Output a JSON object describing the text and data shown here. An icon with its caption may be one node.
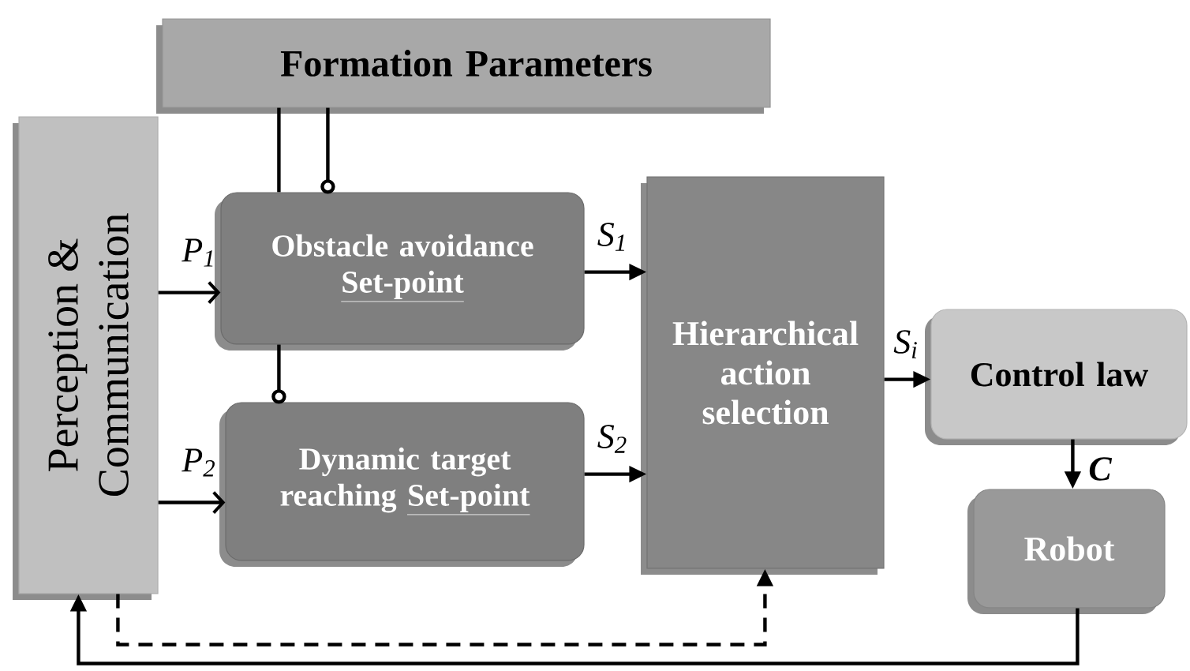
{
  "diagram": {
    "nodes": [
      {
        "text": [
          "Formation Parameters"
        ]
      },
      {
        "text": [
          "Perception & Communication"
        ]
      },
      {
        "text": [
          "Obstacle avoidance",
          "Set-point"
        ]
      },
      {
        "text": [
          "Dynamic target reaching",
          "Set-point"
        ]
      },
      {
        "text": [
          "Hierarchical action selection"
        ]
      },
      {
        "text": [
          "Control law"
        ]
      },
      {
        "text": [
          "Robot"
        ]
      }
    ],
    "edges": [
      {
        "from": 0,
        "to": 2,
        "arrow": "none"
      },
      {
        "from": 0,
        "to": 2,
        "arrow": "other"
      },
      {
        "from": 2,
        "to": 3,
        "arrow": "other"
      },
      {
        "from": 1,
        "to": 2,
        "arrow": "to",
        "label": "P$_{1}$"
      },
      {
        "from": 1,
        "to": 3,
        "arrow": "to",
        "label": "P$_{2}$"
      },
      {
        "from": 2,
        "to": 4,
        "arrow": "to",
        "label": "S$_{1}$"
      },
      {
        "from": 3,
        "to": 4,
        "arrow": "to",
        "label": "S$_{2}$"
      },
      {
        "from": 4,
        "to": 5,
        "arrow": "to",
        "label": "S$_{i}$"
      },
      {
        "from": 5,
        "to": 6,
        "arrow": "to",
        "label": "C"
      },
      {
        "from": 6,
        "to": 1,
        "arrow": "to"
      },
      {
        "from": 1,
        "to": 4,
        "arrow": "to",
        "style": "dashed"
      }
    ]
  }
}
